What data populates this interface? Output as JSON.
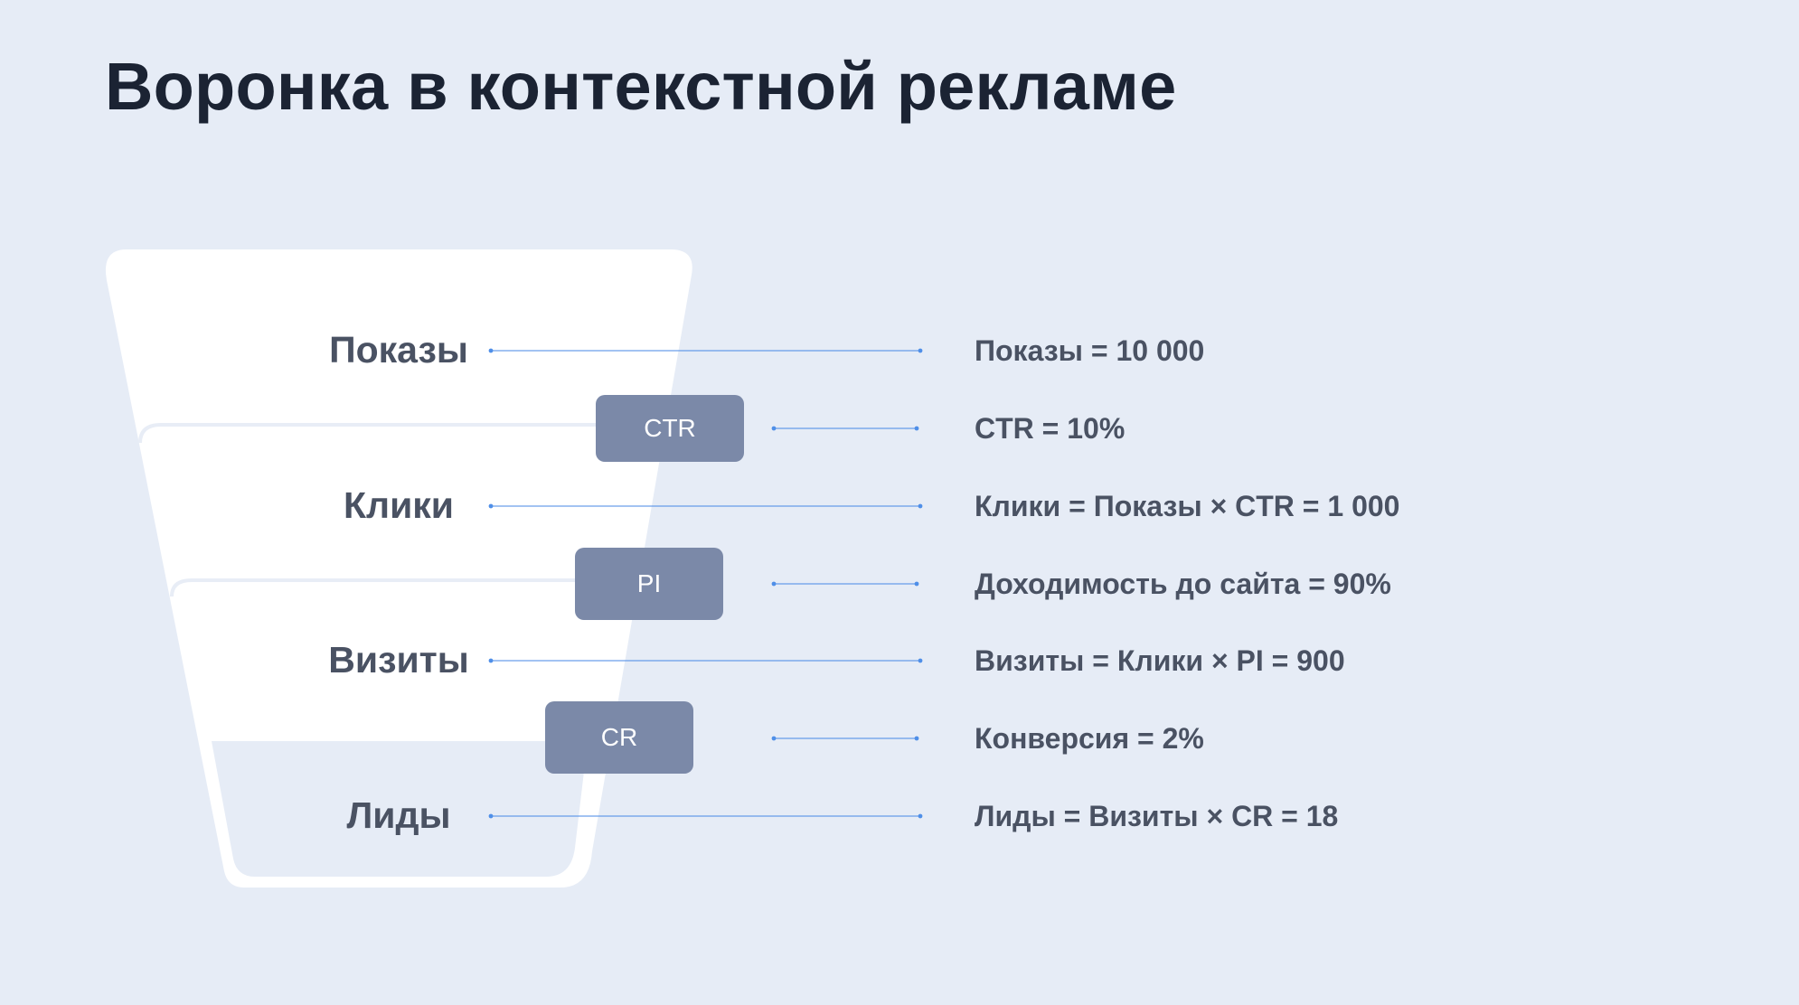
{
  "title": "Воронка в контекстной рекламе",
  "stages": [
    {
      "id": "impressions",
      "label": "Показы"
    },
    {
      "id": "clicks",
      "label": "Клики"
    },
    {
      "id": "visits",
      "label": "Визиты"
    },
    {
      "id": "leads",
      "label": "Лиды"
    }
  ],
  "metrics": [
    {
      "id": "ctr",
      "label": "CTR"
    },
    {
      "id": "pi",
      "label": "PI"
    },
    {
      "id": "cr",
      "label": "CR"
    }
  ],
  "formulas": [
    "Показы = 10 000",
    "CTR = 10%",
    "Клики = Показы × CTR = 1 000",
    "Доходимость до сайта = 90%",
    "Визиты = Клики × PI = 900",
    "Конверсия = 2%",
    "Лиды = Визиты × CR = 18"
  ],
  "colors": {
    "background": "#e6ecf6",
    "funnel_fill": "#ffffff",
    "funnel_bottom_fill": "#e6ecf6",
    "badge": "#7b89a8",
    "connector": "#4f8fe8",
    "title_text": "#1b2333",
    "body_text": "#4a5263"
  }
}
